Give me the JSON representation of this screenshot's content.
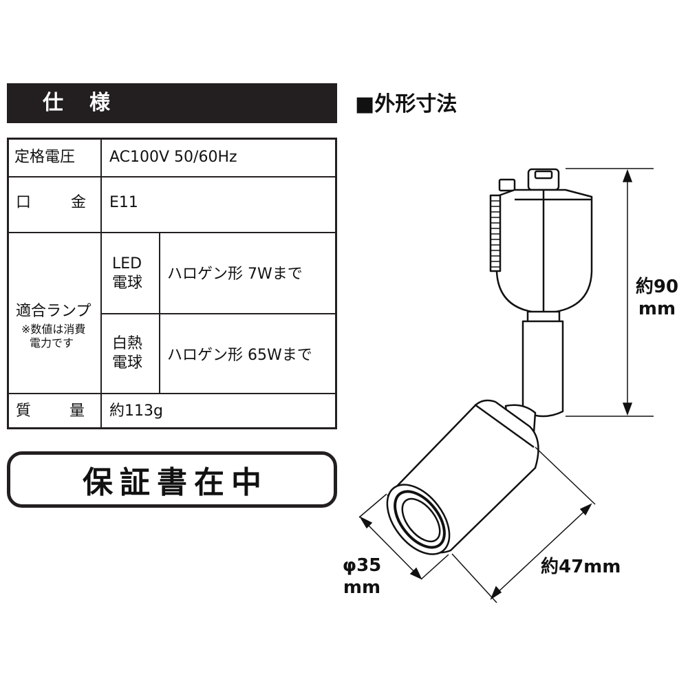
{
  "spec": {
    "header": "仕様",
    "rows": {
      "rated_voltage": {
        "label": "定格電圧",
        "value": "AC100V 50/60Hz"
      },
      "base": {
        "label": "口金",
        "value": "E11"
      },
      "lamp": {
        "label": "適合ランプ",
        "note_line1": "※数値は消費",
        "note_line2": "電力です",
        "led": {
          "label_line1": "LED",
          "label_line2": "電球",
          "value": "ハロゲン形 7Wまで"
        },
        "incandescent": {
          "label_line1": "白熱",
          "label_line2": "電球",
          "value": "ハロゲン形 65Wまで"
        }
      },
      "mass": {
        "label": "質量",
        "value": "約113g"
      }
    }
  },
  "warranty": "保証書在中",
  "dimensions": {
    "title": "■外形寸法",
    "height_line1": "約90",
    "height_line2": "mm",
    "diameter_line1": "φ35",
    "diameter_line2": "mm",
    "length": "約47mm"
  }
}
